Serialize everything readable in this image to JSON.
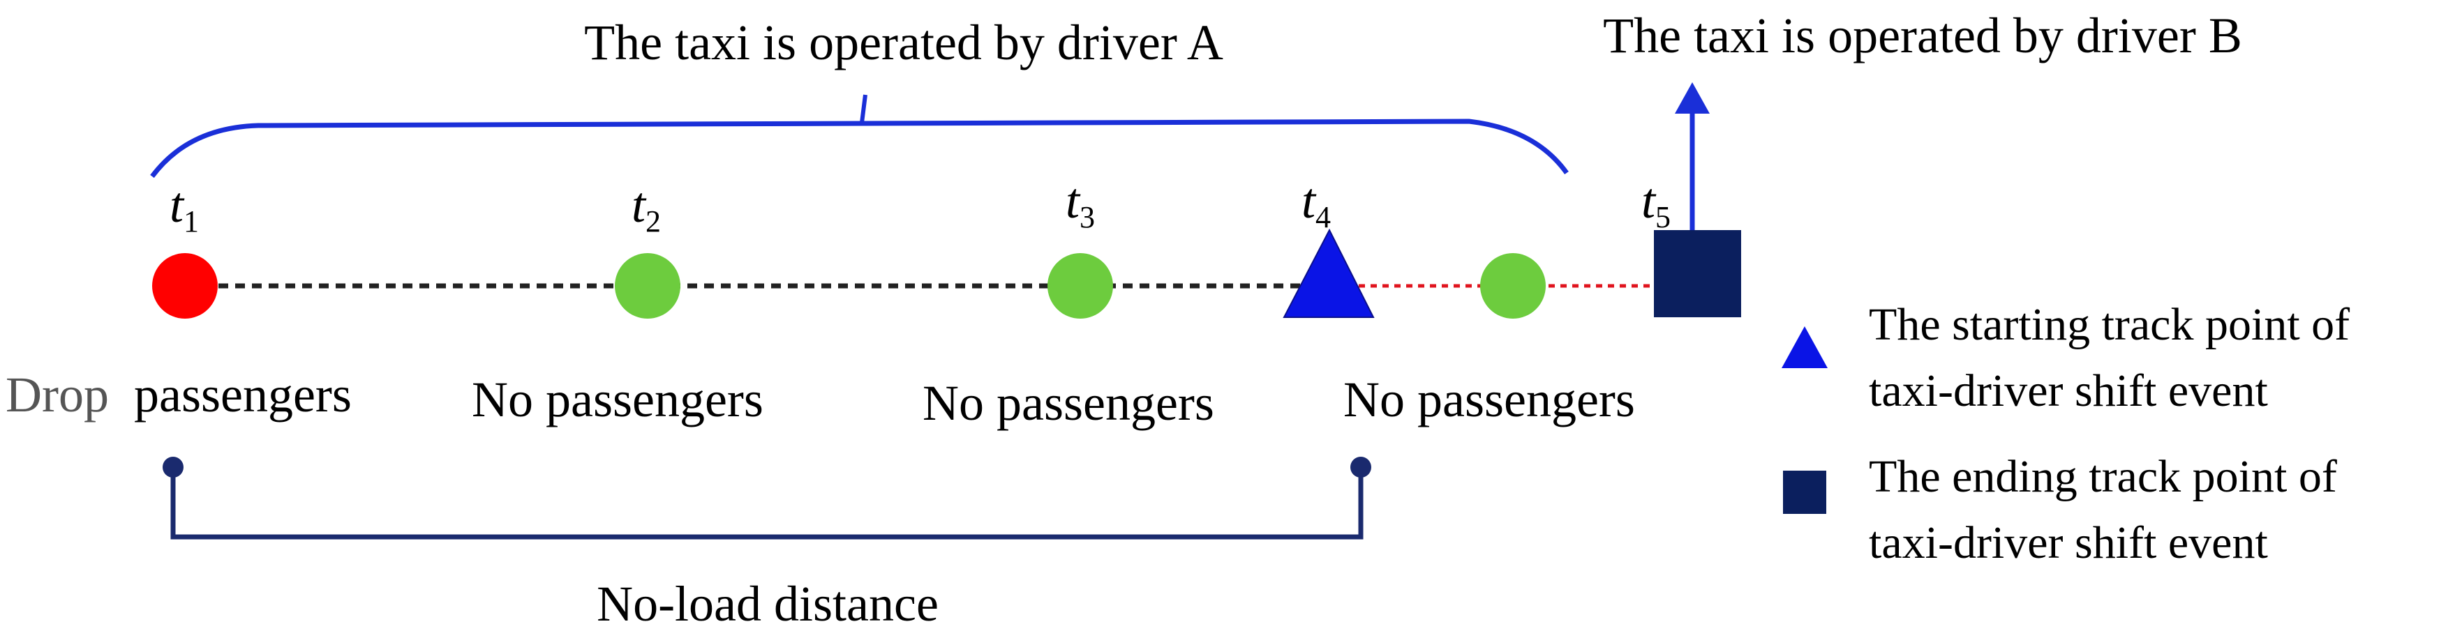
{
  "operator_a_label": "The taxi is operated by driver A",
  "operator_b_label": "The taxi is operated by driver B",
  "time_points": [
    {
      "letter": "t",
      "sub": "1"
    },
    {
      "letter": "t",
      "sub": "2"
    },
    {
      "letter": "t",
      "sub": "3"
    },
    {
      "letter": "t",
      "sub": "4"
    },
    {
      "letter": "t",
      "sub": "5"
    }
  ],
  "status_labels": {
    "drop_word": "Drop",
    "drop_rest": "passengers",
    "no_passengers_1": "No passengers",
    "no_passengers_2": "No passengers",
    "no_passengers_3": "No passengers"
  },
  "no_load_label": "No-load distance",
  "legend": {
    "start_line1": "The starting track point of",
    "start_line2": "taxi-driver shift event",
    "end_line1": "The ending track point of",
    "end_line2": "taxi-driver shift event"
  },
  "colors": {
    "drop_point": "#ff0000",
    "empty_point": "#6dcc3e",
    "shift_start": "#0a14e6",
    "shift_end": "#0b1f5e",
    "driver_a_path": "#222222",
    "driver_b_path": "#e0141e",
    "brace": "#1a2fd8",
    "no_load_bracket": "#1a2a6e",
    "drop_word": "#555555"
  }
}
